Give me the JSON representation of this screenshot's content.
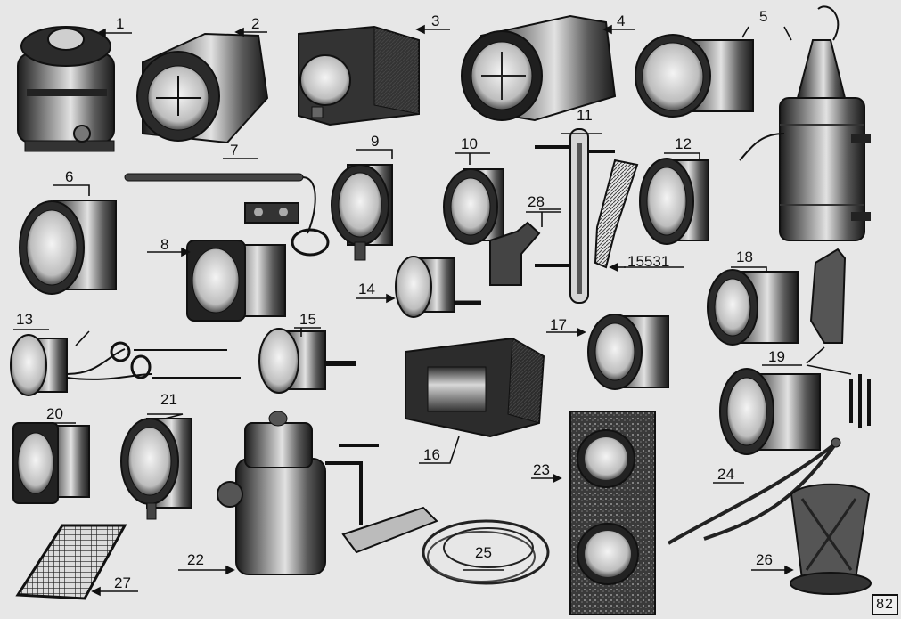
{
  "plate": {
    "page_number": "82",
    "labels": {
      "l1": "1",
      "l2": "2",
      "l3": "3",
      "l4": "4",
      "l5": "5",
      "l6": "6",
      "l7": "7",
      "l8": "8",
      "l9": "9",
      "l10": "10",
      "l11": "11",
      "l12": "12",
      "l13": "13",
      "l14": "14",
      "l15": "15",
      "l16": "16",
      "l17": "17",
      "l18": "18",
      "l19": "19",
      "l20": "20",
      "l21": "21",
      "l22": "22",
      "l23": "23",
      "l24": "24",
      "l25": "25",
      "l26": "26",
      "l27": "27",
      "l28": "28",
      "l15531": "15531"
    }
  }
}
